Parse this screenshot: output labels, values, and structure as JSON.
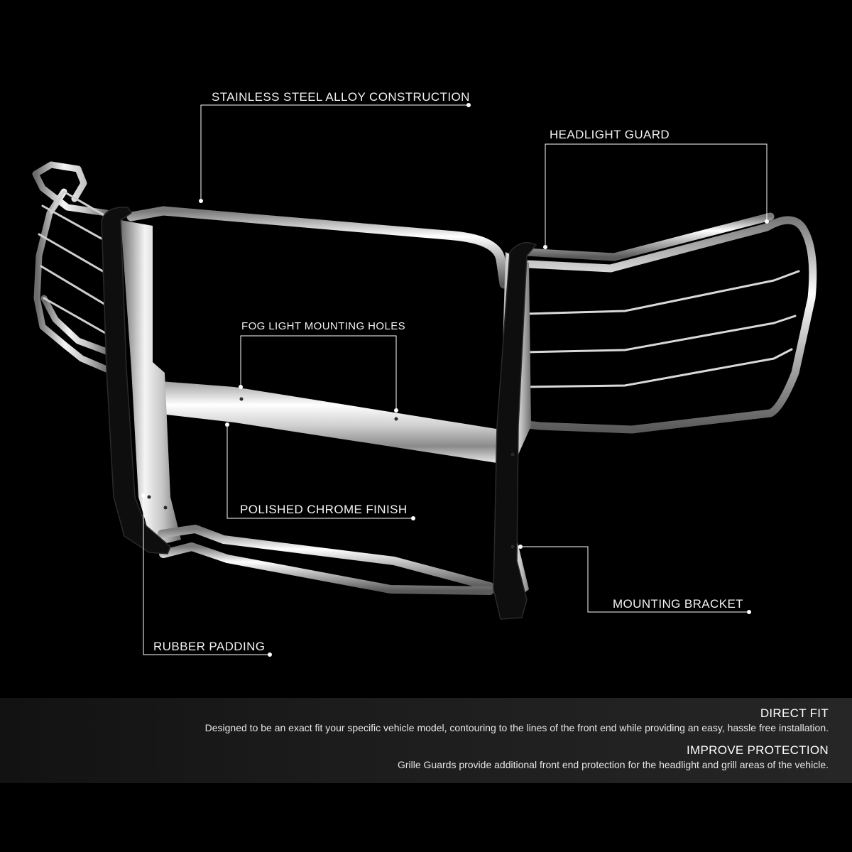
{
  "callouts": {
    "stainless": "STAINLESS STEEL ALLOY CONSTRUCTION",
    "headlight": "HEADLIGHT GUARD",
    "fog": "FOG LIGHT MOUNTING HOLES",
    "chrome": "POLISHED CHROME FINISH",
    "bracket": "MOUNTING BRACKET",
    "rubber": "RUBBER PADDING"
  },
  "features": [
    {
      "title": "DIRECT FIT",
      "text": "Designed to be an exact fit your specific vehicle model, contouring to the lines of the front end while providing an easy, hassle free installation."
    },
    {
      "title": "IMPROVE PROTECTION",
      "text": "Grille Guards provide additional front end protection for the headlight and grill areas of the vehicle."
    }
  ],
  "colors": {
    "background": "#000000",
    "chrome": "#d8d8d8",
    "rubber": "#111111",
    "leader": "#ffffff"
  }
}
